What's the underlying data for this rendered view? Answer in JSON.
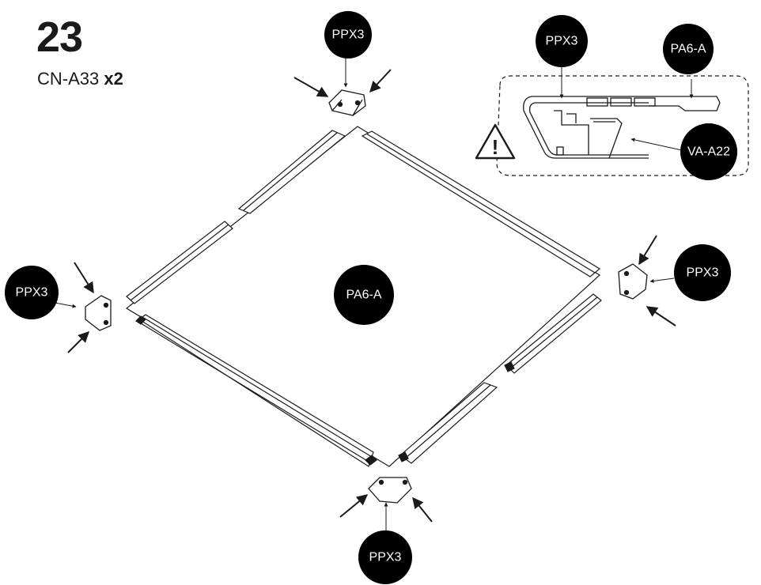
{
  "step": {
    "number": "23",
    "part_code": "CN-A33",
    "quantity": "x2"
  },
  "labels": {
    "top": "PPX3",
    "left": "PPX3",
    "right": "PPX3",
    "bottom": "PPX3",
    "center": "PA6-A",
    "inset_ppx": "PPX3",
    "inset_pa": "PA6-A",
    "inset_va": "VA-A22"
  },
  "inset": {
    "warning_symbol": "!"
  },
  "colors": {
    "label_bg": "#000000",
    "label_text": "#ffffff",
    "line": "#1a1a1a"
  }
}
